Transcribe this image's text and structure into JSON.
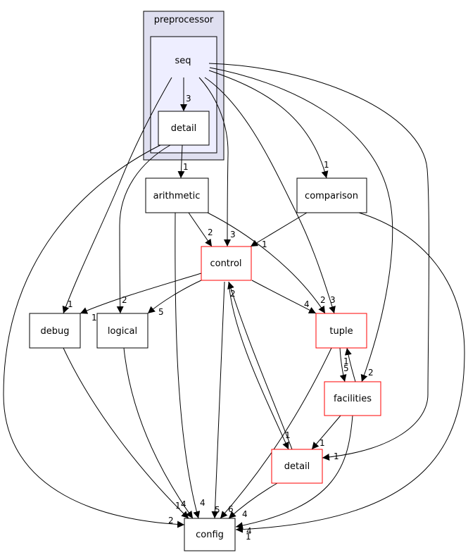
{
  "clusters": {
    "outer": {
      "label": "preprocessor",
      "fill": "#dfdff0"
    },
    "inner": {
      "label": "seq",
      "fill": "#eeeeff"
    }
  },
  "nodes": {
    "seq_detail": {
      "label": "detail",
      "border": "#000000"
    },
    "arithmetic": {
      "label": "arithmetic",
      "border": "#000000"
    },
    "comparison": {
      "label": "comparison",
      "border": "#000000"
    },
    "control": {
      "label": "control",
      "border": "#ff0000"
    },
    "debug": {
      "label": "debug",
      "border": "#000000"
    },
    "logical": {
      "label": "logical",
      "border": "#000000"
    },
    "tuple": {
      "label": "tuple",
      "border": "#ff0000"
    },
    "facilities": {
      "label": "facilities",
      "border": "#ff0000"
    },
    "detail": {
      "label": "detail",
      "border": "#ff0000"
    },
    "config": {
      "label": "config",
      "border": "#000000"
    }
  },
  "edge_labels": {
    "seq_to_seq_detail": "3",
    "seq_detail_to_arithmetic": "1",
    "seq_to_comparison": "1",
    "arithmetic_to_control": "2",
    "seq_to_control": "3",
    "comparison_to_control": "1",
    "seq_to_debug": "1",
    "control_to_debug": "1",
    "seq_detail_to_logical": "2",
    "control_to_logical": "5",
    "control_to_tuple": "4",
    "arithmetic_to_tuple": "2",
    "seq_to_tuple": "3",
    "facilities_to_tuple": "1",
    "tuple_to_facilities": "5",
    "seq_to_facilities": "2",
    "detail_to_control": "2",
    "control_to_detail": "1",
    "facilities_to_detail": "1",
    "seq_to_detail": "1",
    "seq_detail_to_config": "2",
    "debug_to_config": "1",
    "logical_to_config": "4",
    "arithmetic_to_config": "4",
    "control_to_config": "5",
    "tuple_to_config": "6",
    "detail_to_config": "4",
    "facilities_to_config": "4",
    "comparison_to_config": "1"
  }
}
